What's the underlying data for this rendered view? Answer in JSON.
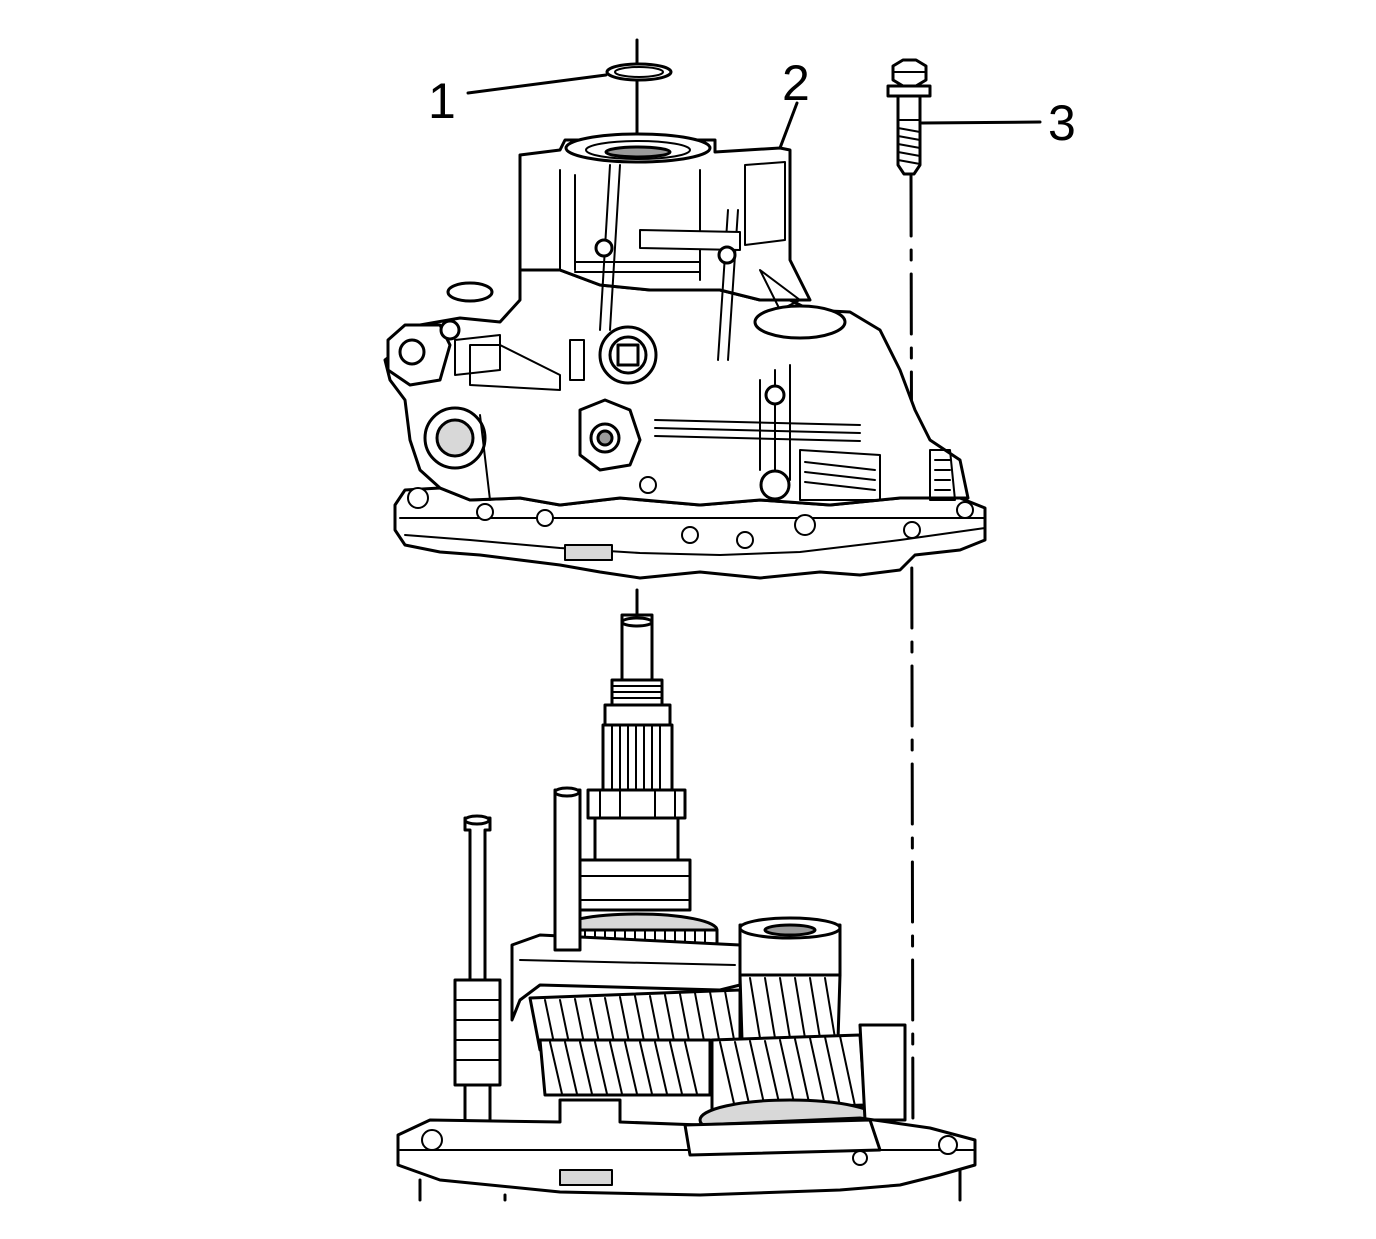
{
  "callouts": [
    {
      "id": "1",
      "label": "1"
    },
    {
      "id": "2",
      "label": "2"
    },
    {
      "id": "3",
      "label": "3"
    }
  ],
  "colors": {
    "ink": "#000000",
    "background": "#ffffff",
    "shade": "#d8d8d8"
  }
}
